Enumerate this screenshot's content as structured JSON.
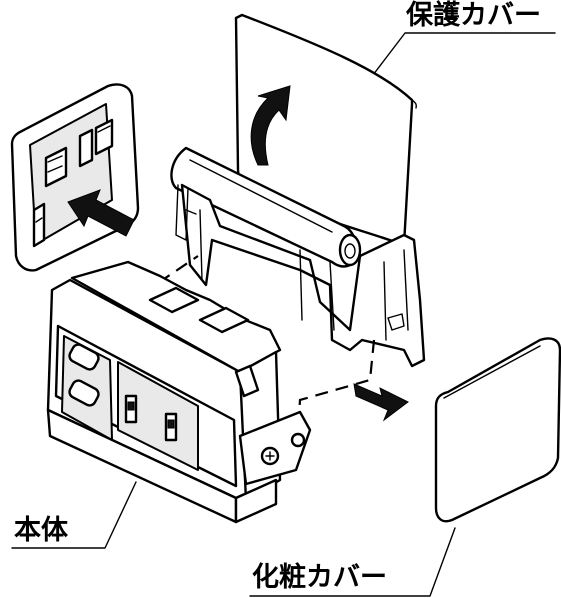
{
  "labels": {
    "protective_cover": "保護カバー",
    "main_body": "本体",
    "decorative_cover": "化粧カバー"
  }
}
